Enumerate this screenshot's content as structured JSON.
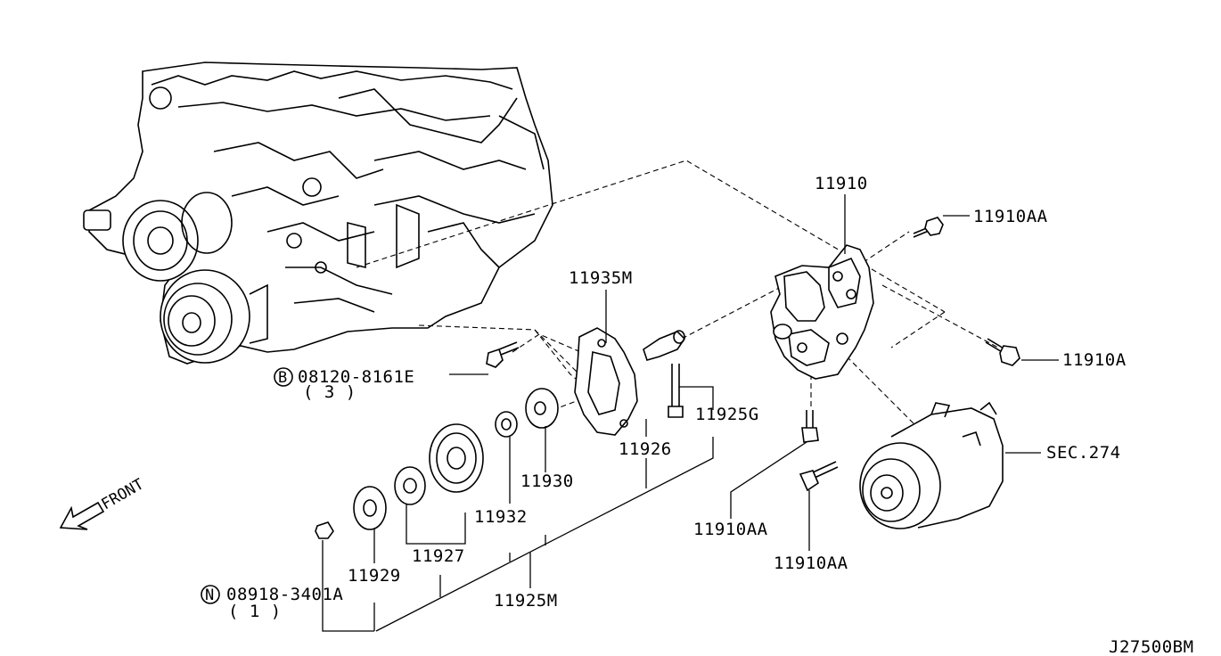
{
  "labels": {
    "p11910": "11910",
    "p11910AA_top": "11910AA",
    "p11935M": "11935M",
    "p11910A": "11910A",
    "bolt_b_code": "08120-8161E",
    "bolt_b_prefix": "B",
    "bolt_b_qty": "( 3 )",
    "p11925G": "11925G",
    "sec274": "SEC.274",
    "p11926": "11926",
    "p11930": "11930",
    "p11932": "11932",
    "p11910AA_mid": "11910AA",
    "p11910AA_bot": "11910AA",
    "p11927": "11927",
    "p11929": "11929",
    "nut_n_code": "08918-3401A",
    "nut_n_prefix": "N",
    "nut_n_qty": "( 1 )",
    "p11925M": "11925M",
    "front": "FRONT",
    "diagram_code": "J27500BM"
  },
  "icons": [
    "front-arrow-icon",
    "b-circle-icon",
    "n-circle-icon"
  ]
}
